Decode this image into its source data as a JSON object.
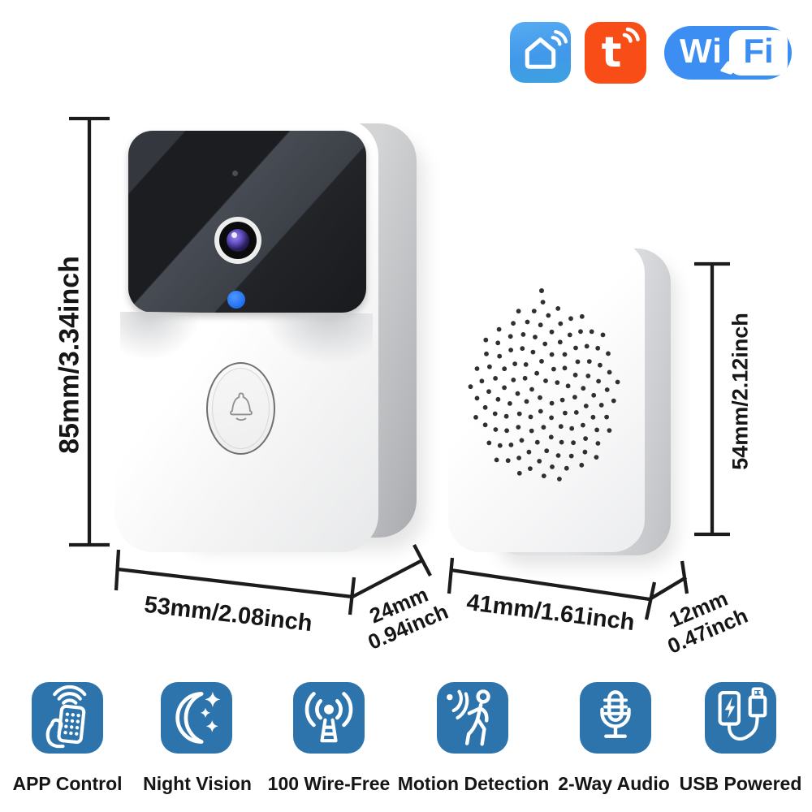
{
  "logos": {
    "smart_life": {
      "icon": "smart-home-house-icon"
    },
    "tuya": {
      "icon": "tuya-t-icon",
      "letter": "t",
      "bg": "#F94D17"
    },
    "wifi": {
      "wi": "Wi",
      "fi": "Fi",
      "bg": "#3C8EF2"
    }
  },
  "dimensions": {
    "doorbell_height": "85mm/3.34inch",
    "doorbell_width": "53mm/2.08inch",
    "doorbell_depth_mm": "24mm",
    "doorbell_depth_inch": "0.94inch",
    "chime_height": "54mm/2.12inch",
    "chime_width": "41mm/1.61inch",
    "chime_depth_mm": "12mm",
    "chime_depth_inch": "0.47inch"
  },
  "features": [
    {
      "label": "APP Control",
      "icon": "app-control-icon"
    },
    {
      "label": "Night Vision",
      "icon": "night-vision-icon"
    },
    {
      "label": "100 Wire-Free",
      "icon": "wire-free-antenna-icon"
    },
    {
      "label": "Motion Detection",
      "icon": "motion-detection-icon"
    },
    {
      "label": "2-Way Audio",
      "icon": "microphone-icon"
    },
    {
      "label": "USB Powered",
      "icon": "usb-power-icon"
    }
  ],
  "colors": {
    "feature_tile_blue": "#2E74AC",
    "led_blue": "#2B7BF2",
    "tuya_orange": "#F94D17",
    "wifi_blue": "#3C8EF2",
    "ink": "#1C1C1C"
  }
}
